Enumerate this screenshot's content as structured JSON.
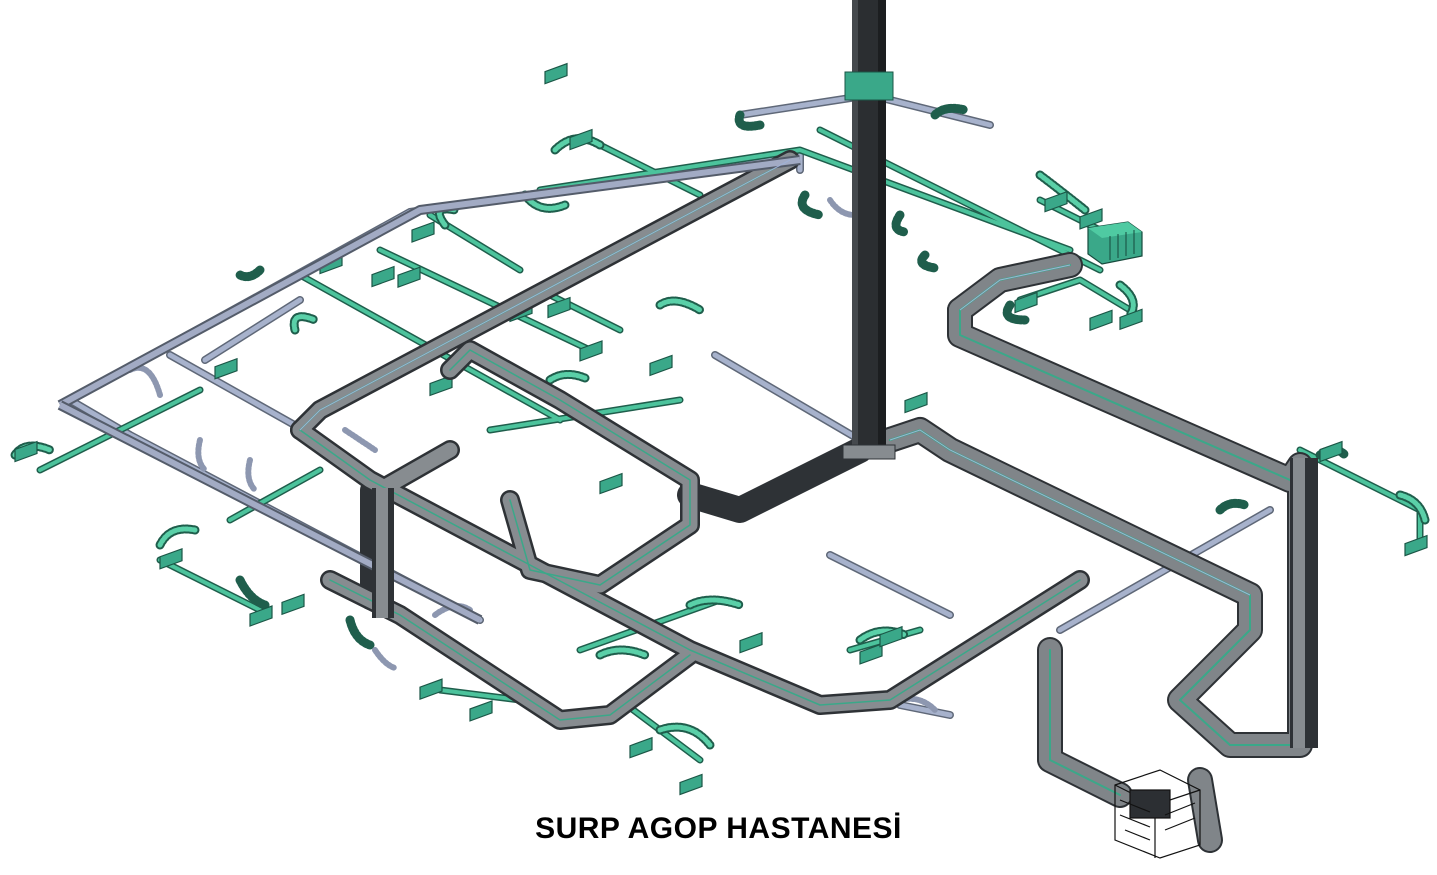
{
  "caption": {
    "title": "SURP AGOP HASTANESİ"
  },
  "colors": {
    "background": "#ffffff",
    "supply_duct_green": "#3aa889",
    "main_duct_grey": "#7d8389",
    "duct_side_dark": "#2e3236",
    "branch_duct_blue": "#8d97b0",
    "riser_dark": "#2b2e31",
    "outline_blue": "#9fb2d6"
  },
  "icons": [
    "hvac-duct-network",
    "vertical-riser",
    "air-handling-unit",
    "diffuser"
  ]
}
